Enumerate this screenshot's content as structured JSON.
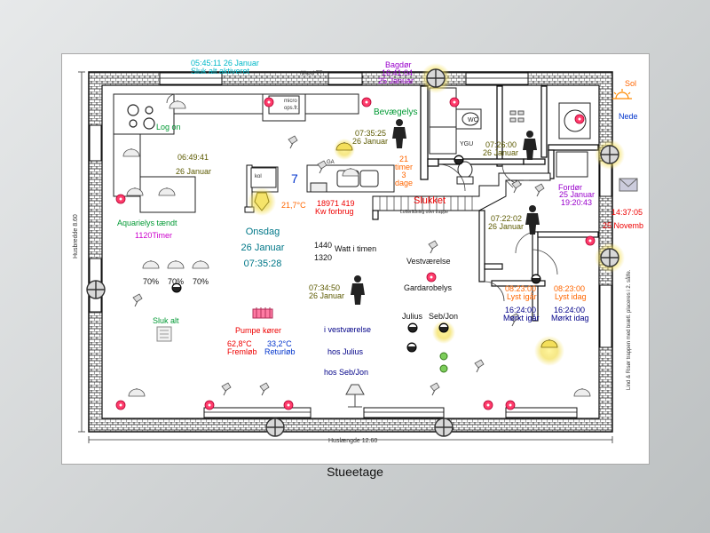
{
  "caption": "Stueetage",
  "colors": {
    "cyan": "#00b8c8",
    "green": "#009933",
    "olive": "#5c5a00",
    "purple": "#9900cc",
    "magenta": "#cc00cc",
    "orange": "#ff6600",
    "red": "#ee0000",
    "blue": "#0033cc",
    "teal": "#007788",
    "navy": "#000088",
    "lamp_glow": "#f5e66a"
  },
  "status": {
    "time_top": "05:45:11  26 Januar",
    "alarm_status": "Sluk alt aktiveret",
    "log_on": "Log on",
    "aquarium_time": "06:49:41",
    "aquarium_date": "26 Januar",
    "aquarium_label": "Aquarielys tændt",
    "aquarium_hours": "1120",
    "timer_label": "Timer",
    "dim_values": [
      "70%",
      "70%",
      "70%"
    ],
    "sluk_alt": "Sluk alt",
    "pump_label": "Pumpe kører",
    "forward_temp": "62,8°C",
    "forward_label": "Fremløb",
    "return_temp": "33,2°C",
    "return_label": "Returløb"
  },
  "datetime": {
    "weekday": "Onsdag",
    "date": "26 Januar",
    "time": "07:35:28"
  },
  "climate": {
    "indoor_temp": "21,7°C",
    "counter": "18971 419",
    "counter_label": "Kw forbrug",
    "watt_value": "1440",
    "watt_label": "Watt i timen",
    "watt_value2": "1320",
    "big_number": "7"
  },
  "entrance": {
    "back_door_label": "Bagdør",
    "back_door_time": "16:41:04",
    "back_door_date": "25 Januar",
    "motion_label": "Bevægelys",
    "motion_time": "07:35:25",
    "motion_date": "26 Januar",
    "timer_count": "21",
    "timer_unit": "timer",
    "timer_days": "3",
    "timer_days_unit": "dage",
    "stair_status": "Slukket",
    "hall_time": "07:26:00",
    "hall_date": "26 Januar",
    "stairs_time": "07:22:02",
    "stairs_date": "26 Januar"
  },
  "front_door": {
    "label": "Fordør",
    "date": "25 Januar",
    "time": "19:20:43"
  },
  "sun": {
    "sun_label": "Sol",
    "down_label": "Nede",
    "right_time": "14:37:05",
    "right_date": "25 Novemb"
  },
  "rooms": {
    "vestvaerelse": "Vestværelse",
    "gardarobelys": "Gardarobelys",
    "julius": "Julius",
    "seb_jon": "Seb/Jon",
    "living_time": "07:34:50",
    "living_date": "26 Januar",
    "i_vestvaerelse": "i vestværelse",
    "hos_julius": "hos Julius",
    "hos_seb_jon": "hos Seb/Jon"
  },
  "light_info": {
    "light_yesterday_time": "08:23:00",
    "light_yesterday_label": "Lyst igår",
    "light_today_time": "08:23:00",
    "light_today_label": "Lyst idag",
    "dark_yesterday_time": "16:24:00",
    "dark_yesterday_label": "Mørkt igår",
    "dark_today_time": "16:24:00",
    "dark_today_label": "Mørkt idag"
  },
  "plan_labels": {
    "husbredde": "Husbredde 8.60",
    "huslaengde": "Huslængde 12.60",
    "side_note": "Lind & Risør trappen med brætl. placeres i 2. sålfe.",
    "alkoel": "Alkoel TT",
    "micro": "micro",
    "micro_sub": "ops.fr.",
    "kol": "kol",
    "wc": "WC",
    "ga": "GA",
    "stair_text": "Lofterildning over trappe"
  }
}
